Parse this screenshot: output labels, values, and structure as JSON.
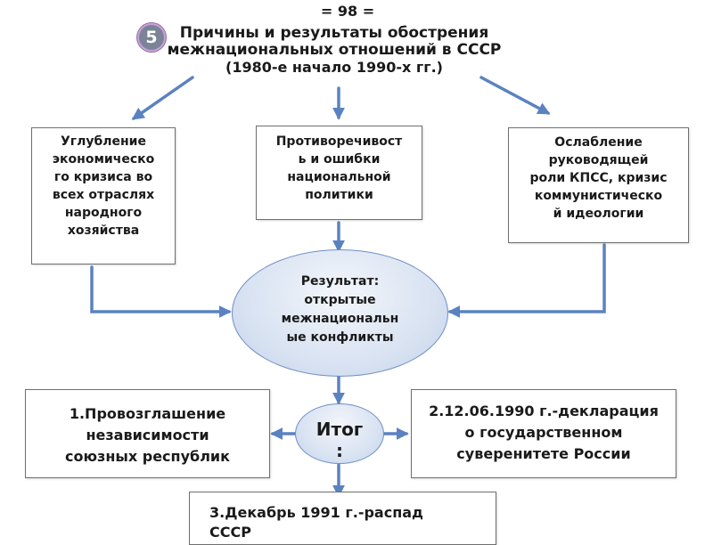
{
  "page_number": "= 98 =",
  "badge": "5",
  "title": {
    "line1": "Причины и результаты обострения",
    "line2": "межнациональных отношений в СССР",
    "line3": "(1980-е начало 1990-х гг.)"
  },
  "causes": [
    [
      "Углубление",
      "экономическо",
      "го кризиса во",
      "всех отраслях",
      "народного",
      "хозяйства"
    ],
    [
      "Противоречивост",
      "ь и ошибки",
      "национальной",
      "политики"
    ],
    [
      "Ослабление",
      "руководящей",
      "роли КПСС, кризис",
      "коммунистическо",
      "й идеологии"
    ]
  ],
  "result": [
    "Результат:",
    "открытые",
    "межнациональн",
    "ые конфликты"
  ],
  "outcome": {
    "label": "Итог",
    "colon": ":"
  },
  "outcomes": [
    [
      "1.Провозглашение",
      "независимости",
      "союзных республик"
    ],
    [
      "2.12.06.1990 г.-декларация",
      "о государственном",
      "суверенитете России"
    ],
    [
      "3.Декабрь 1991 г.-распад",
      "СССР"
    ]
  ],
  "colors": {
    "arrow": "#5b82c0",
    "ellipse_border": "#6d8ec2"
  }
}
